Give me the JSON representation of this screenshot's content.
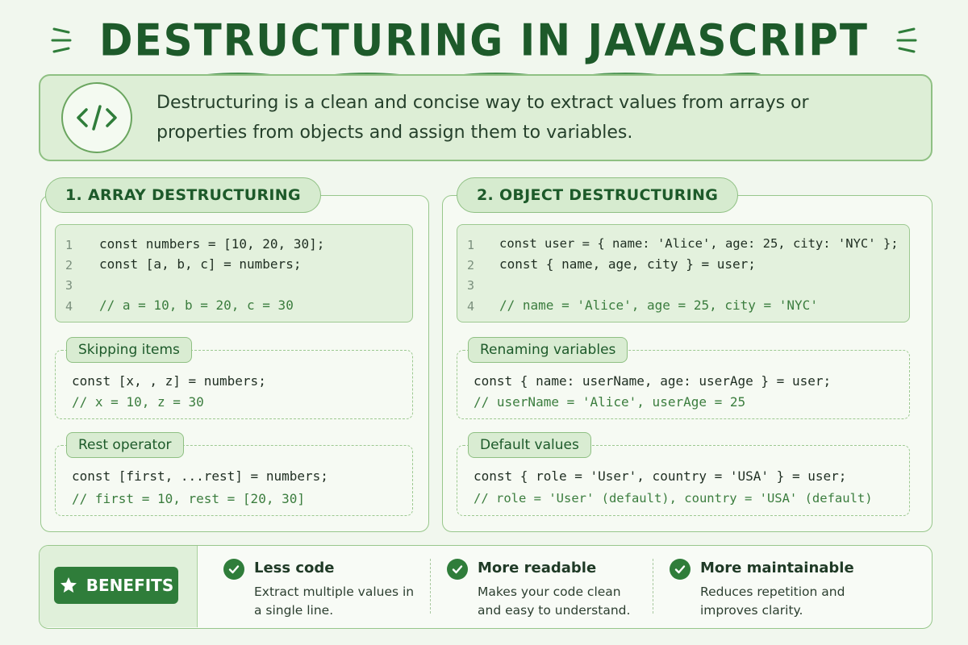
{
  "title": "DESTRUCTURING IN JAVASCRIPT",
  "intro": {
    "icon": "code-icon",
    "text": "Destructuring is a clean and concise way to extract values from arrays or properties from objects and assign them to variables."
  },
  "array_section": {
    "heading": "1. ARRAY DESTRUCTURING",
    "code": {
      "line_numbers": [
        "1",
        "2",
        "3",
        "4"
      ],
      "lines": [
        "const numbers = [10, 20, 30];",
        "const [a, b, c] = numbers;",
        "",
        "// a = 10, b = 20, c = 30"
      ]
    },
    "skipping": {
      "label": "Skipping items",
      "code": "const [x, , z] = numbers;",
      "comment": "// x = 10, z = 30"
    },
    "rest": {
      "label": "Rest operator",
      "code": "const [first, ...rest] = numbers;",
      "comment": "// first = 10, rest = [20, 30]"
    }
  },
  "object_section": {
    "heading": "2. OBJECT DESTRUCTURING",
    "code": {
      "line_numbers": [
        "1",
        "2",
        "3",
        "4"
      ],
      "lines": [
        "const user = { name: 'Alice', age: 25, city: 'NYC' };",
        "const { name, age, city } = user;",
        "",
        "// name = 'Alice', age = 25, city = 'NYC'"
      ]
    },
    "renaming": {
      "label": "Renaming variables",
      "code": "const { name: userName, age: userAge } = user;",
      "comment": "// userName = 'Alice', userAge = 25"
    },
    "defaults": {
      "label": "Default values",
      "code": "const { role = 'User', country = 'USA' } = user;",
      "comment": "// role = 'User' (default), country = 'USA' (default)"
    }
  },
  "benefits": {
    "label": "BENEFITS",
    "icon": "star-icon",
    "items": [
      {
        "title": "Less code",
        "desc": "Extract multiple values in a single line.",
        "icon": "check-icon"
      },
      {
        "title": "More readable",
        "desc": "Makes your code clean and easy to understand.",
        "icon": "check-icon"
      },
      {
        "title": "More maintainable",
        "desc": "Reduces repetition and improves clarity.",
        "icon": "check-icon"
      }
    ]
  },
  "colors": {
    "accent": "#2f7d3a",
    "heading": "#1d5a2a",
    "background": "#f1f7ee",
    "comment": "#3b7d3e"
  }
}
